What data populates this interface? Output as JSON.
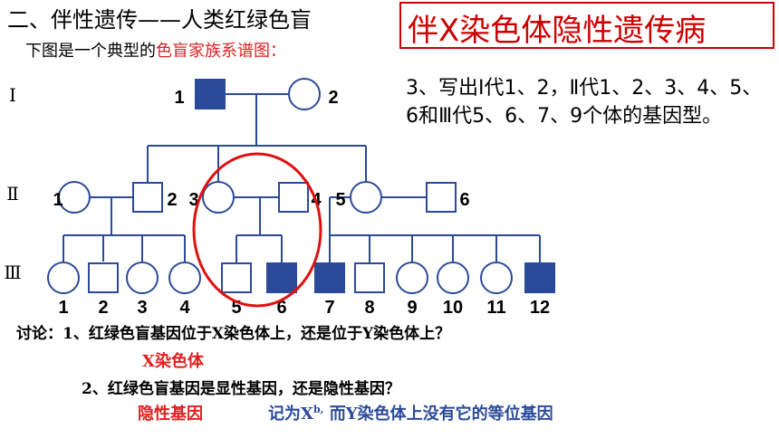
{
  "header": {
    "section_title": "二、伴性遗传——人类红绿色盲",
    "subtitle_prefix": "下图是一个典型的",
    "subtitle_highlight": "色盲家族系谱图：",
    "topic": "伴X染色体隐性遗传病"
  },
  "question3": "3、写出Ⅰ代1、2，Ⅱ代1、2、3、4、5、6和Ⅲ代5、6、7、9个体的基因型。",
  "pedigree": {
    "generations": [
      {
        "label": "Ⅰ"
      },
      {
        "label": "Ⅱ"
      },
      {
        "label": "Ⅲ"
      }
    ],
    "individuals": [
      {
        "id": "I-1",
        "num": "1",
        "sex": "male",
        "affected": true
      },
      {
        "id": "I-2",
        "num": "2",
        "sex": "female",
        "affected": false
      },
      {
        "id": "II-1",
        "num": "1",
        "sex": "female",
        "affected": false
      },
      {
        "id": "II-2",
        "num": "2",
        "sex": "male",
        "affected": false
      },
      {
        "id": "II-3",
        "num": "3",
        "sex": "female",
        "affected": false
      },
      {
        "id": "II-4",
        "num": "4",
        "sex": "male",
        "affected": false
      },
      {
        "id": "II-5",
        "num": "5",
        "sex": "female",
        "affected": false
      },
      {
        "id": "II-6",
        "num": "6",
        "sex": "male",
        "affected": false
      },
      {
        "id": "III-1",
        "num": "1",
        "sex": "female",
        "affected": false
      },
      {
        "id": "III-2",
        "num": "2",
        "sex": "male",
        "affected": false
      },
      {
        "id": "III-3",
        "num": "3",
        "sex": "female",
        "affected": false
      },
      {
        "id": "III-4",
        "num": "4",
        "sex": "female",
        "affected": false
      },
      {
        "id": "III-5",
        "num": "5",
        "sex": "male",
        "affected": false
      },
      {
        "id": "III-6",
        "num": "6",
        "sex": "male",
        "affected": true
      },
      {
        "id": "III-7",
        "num": "7",
        "sex": "male",
        "affected": true
      },
      {
        "id": "III-8",
        "num": "8",
        "sex": "male",
        "affected": false
      },
      {
        "id": "III-9",
        "num": "9",
        "sex": "female",
        "affected": false
      },
      {
        "id": "III-10",
        "num": "10",
        "sex": "female",
        "affected": false
      },
      {
        "id": "III-11",
        "num": "11",
        "sex": "female",
        "affected": false
      },
      {
        "id": "III-12",
        "num": "12",
        "sex": "male",
        "affected": true
      }
    ],
    "colors": {
      "line": "#2b4a9a",
      "affected_fill": "#2b4a9a",
      "highlight": "#e01010"
    }
  },
  "discussion": {
    "q1": "讨论：1、红绿色盲基因位于X染色体上，还是位于Y染色体上？",
    "a1": "X染色体",
    "q2": "2、红绿色盲基因是显性基因，还是隐性基因？",
    "a2": "隐性基因",
    "note_prefix": "记为X",
    "note_sup": "b,",
    "note_suffix": " 而Y染色体上没有它的等位基因"
  }
}
